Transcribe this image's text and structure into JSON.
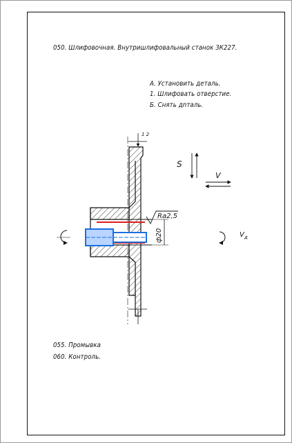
{
  "operation_title": "050. Шлифовочная. Внутришлифовальный станок 3К227.",
  "steps": [
    "А. Установить деталь.",
    "1. Шлифовать отверстие.",
    "Б. Снять дnталь."
  ],
  "labels": {
    "s_feed": "S",
    "v_feed": "V",
    "v_work": "V",
    "v_work_sub": "д",
    "roughness": "Ra2,5",
    "diameter": "ф20",
    "top_marks": "1 2"
  },
  "after_operations": [
    "055. Промывка",
    "060. Контроль."
  ],
  "colors": {
    "line": "#111111",
    "surface": "#e01b1b",
    "tool": "#1a6fe0",
    "tool_fill": "#b8d4ff"
  }
}
